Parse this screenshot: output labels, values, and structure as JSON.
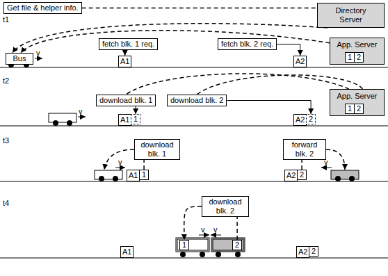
{
  "diagram": {
    "nodes": [
      {
        "text": [
          "Get file & helper info."
        ]
      },
      {
        "text": [
          "Directory Server"
        ]
      },
      {
        "text": [
          "fetch blk. 1 req."
        ]
      },
      {
        "text": [
          "fetch blk. 2 req."
        ]
      },
      {
        "text": [
          "App. Server"
        ]
      },
      {
        "text": [
          "1"
        ],
        "in": 4
      },
      {
        "text": [
          "2"
        ],
        "in": 4
      },
      {
        "text": [
          "Bus"
        ]
      },
      {
        "text": [
          "A1"
        ]
      },
      {
        "text": [
          "A2"
        ]
      },
      {
        "text": [
          "download blk. 1"
        ]
      },
      {
        "text": [
          "download blk. 2"
        ]
      },
      {
        "text": [
          "App. Server"
        ]
      },
      {
        "text": [
          "1"
        ],
        "in": 12
      },
      {
        "text": [
          "2"
        ],
        "in": 12
      },
      {
        "text": [
          "A1"
        ]
      },
      {
        "text": [
          "1"
        ]
      },
      {
        "text": [
          "A2"
        ]
      },
      {
        "text": [
          "2"
        ]
      },
      {
        "text": [
          "download blk. 1"
        ]
      },
      {
        "text": [
          "forward blk. 2"
        ]
      },
      {
        "text": [
          "A1"
        ]
      },
      {
        "text": [
          "1"
        ]
      },
      {
        "text": [
          "A2"
        ]
      },
      {
        "text": [
          "2"
        ]
      },
      {
        "text": [
          "download blk. 2"
        ]
      },
      {
        "text": [
          "A1"
        ]
      },
      {
        "text": [
          "1"
        ]
      },
      {
        "text": [
          "2"
        ]
      },
      {
        "text": [
          "A2"
        ]
      },
      {
        "text": [
          "2"
        ]
      }
    ],
    "edges": [
      {
        "from": 0,
        "to": 1,
        "arrow": "none"
      },
      {
        "from": 1,
        "to": 7,
        "arrow": "to"
      },
      {
        "from": 4,
        "to": 7,
        "arrow": "to"
      },
      {
        "from": 2,
        "to": 8,
        "arrow": "to"
      },
      {
        "from": 3,
        "to": 9,
        "arrow": "to"
      },
      {
        "from": 12,
        "to": 10,
        "arrow": "none"
      },
      {
        "from": 12,
        "to": 11,
        "arrow": "none"
      },
      {
        "from": 10,
        "to": 16,
        "arrow": "to"
      },
      {
        "from": 11,
        "to": 18,
        "arrow": "to"
      },
      {
        "from": 22,
        "to": 19,
        "arrow": "none"
      },
      {
        "from": 24,
        "to": 20,
        "arrow": "none"
      },
      {
        "from": 28,
        "to": 25,
        "arrow": "none"
      },
      {
        "from": 25,
        "to": 27,
        "arrow": "to"
      }
    ],
    "labels": [
      "t1",
      "v",
      "t2",
      "v",
      "t3",
      "v",
      "v",
      "t4",
      "v",
      "v"
    ]
  }
}
